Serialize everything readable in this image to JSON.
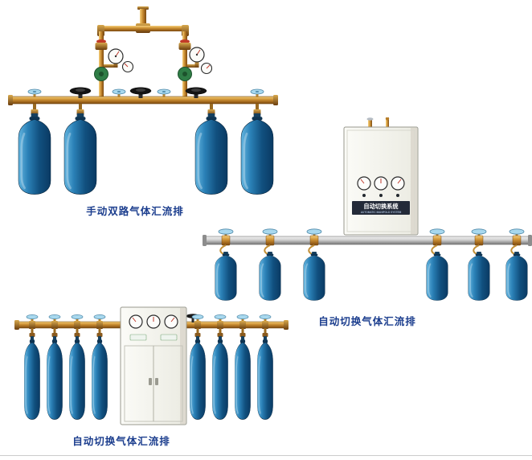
{
  "page": {
    "background_color": "#ffffff",
    "bottom_rule_color": "#cccccc"
  },
  "products": [
    {
      "id": "manual-dual-line-manifold",
      "caption": "手动双路气体汇流排",
      "cylinders": 4
    },
    {
      "id": "auto-switch-manifold-wall-cabinet",
      "caption": "自动切换气体汇流排",
      "cylinders": 6,
      "cabinet": {
        "label_title": "自动切换系统",
        "label_subtitle": "AUTOMATIC MANIFOLD SYSTEM"
      }
    },
    {
      "id": "auto-switch-manifold-floor-cabinet",
      "caption": "自动切换气体汇流排",
      "cylinders": 8
    }
  ],
  "colors": {
    "caption_text": "#1c3e8e",
    "brass_pipe": "#c8862c",
    "cylinder_blue": "#11507f",
    "knob_blue": "#a8d8ee",
    "regulator_green": "#2f7d46",
    "aluminum_pipe": "#b5b5b5",
    "cabinet_body": "#f3f3ec",
    "handwheel_black": "#141414"
  }
}
